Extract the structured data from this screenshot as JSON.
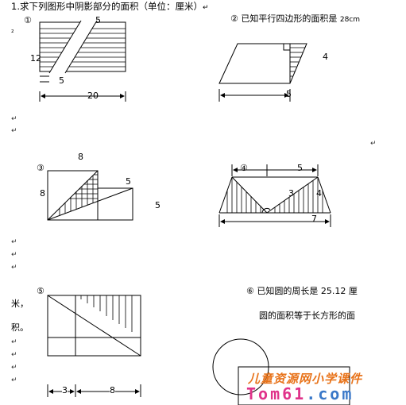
{
  "title": "1.求下列图形中阴影部分的面积（单位：厘米）",
  "return_mark": "↵",
  "p1": {
    "num": "①",
    "label_5": "5",
    "label_12": "12",
    "label_5b": "5",
    "label_20": "20",
    "side_mark": "²"
  },
  "p2": {
    "num": "②",
    "text": "已知平行四边形的面积是",
    "value": "28cm",
    "label_4": "4",
    "label_5": "5"
  },
  "p3": {
    "num": "③",
    "label_8_top": "8",
    "label_8_left": "8",
    "label_5_right": "5",
    "label_5_far": "5"
  },
  "p4": {
    "num": "④",
    "label_5_top": "5",
    "label_3": "3",
    "label_4": "4",
    "label_7": "7"
  },
  "p5": {
    "num": "⑤",
    "label_3": "3",
    "label_8": "8",
    "side_text_1": "米，",
    "side_text_2": "积。"
  },
  "p6": {
    "num": "⑥",
    "line1": "已知圆的周长是 25.12 厘",
    "line2": "圆的面积等于长方形的面"
  },
  "watermark": {
    "line1": "儿童资源网小学课件",
    "line2_a": "Tom61",
    "line2_b": ".com"
  },
  "colors": {
    "ink": "#000000",
    "wm_orange": "#e8731a",
    "wm_pink": "#e0338a",
    "wm_blue": "#3a78c8"
  }
}
